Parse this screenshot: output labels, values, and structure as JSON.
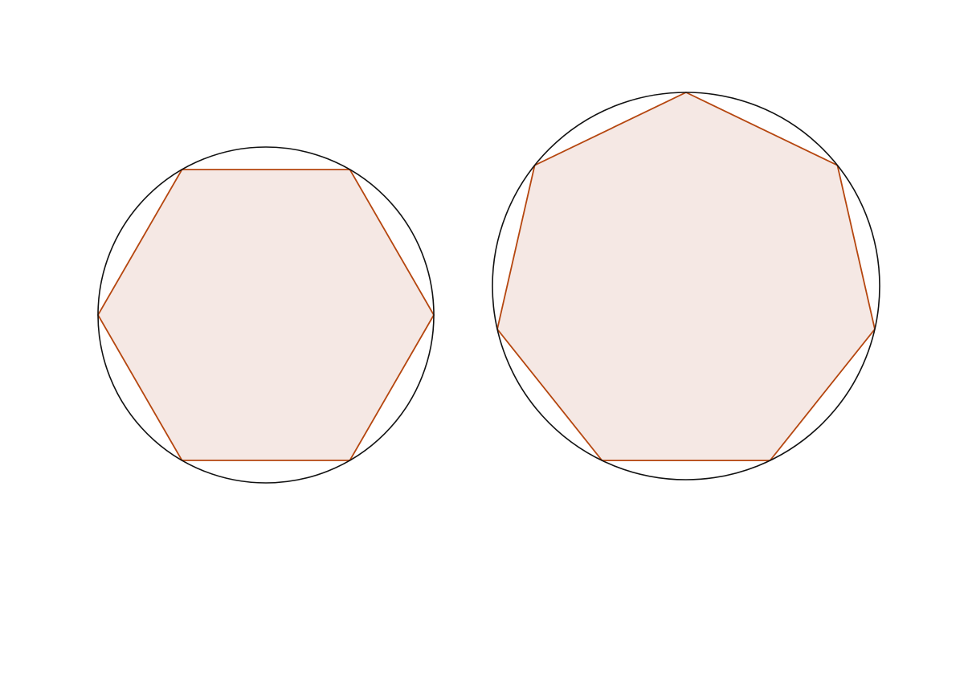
{
  "figures": [
    {
      "shape": "regular-hexagon",
      "sides": 6,
      "inscribed_in": "circle"
    },
    {
      "shape": "regular-heptagon",
      "sides": 7,
      "inscribed_in": "circle"
    }
  ],
  "colors": {
    "background": "#ffffff",
    "circle_stroke": "#111111",
    "polygon_stroke": "#b5460f",
    "polygon_fill": "#f5e8e4"
  }
}
